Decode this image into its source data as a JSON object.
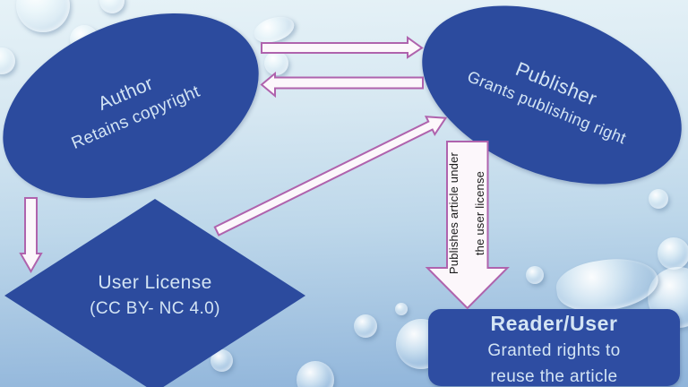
{
  "slide": {
    "kind": "open-access-publishing-diagram"
  },
  "colors": {
    "node_fill": "#2c4b9e",
    "node_text": "#d3e4f4",
    "arrow_fill": "#fcf7fb",
    "arrow_stroke": "#af63ad",
    "note_text": "#191919",
    "background_top": "#e6f2f7",
    "background_bottom": "#8fb4da"
  },
  "nodes": {
    "author": {
      "title": "Author",
      "subtitle": "Retains copyright"
    },
    "publisher": {
      "title": "Publisher",
      "subtitle": "Grants publishing right"
    },
    "user_license": {
      "title": "User License",
      "subtitle": "(CC BY- NC 4.0)"
    },
    "reader": {
      "title": "Reader/User",
      "subtitle_line1": "Granted rights to",
      "subtitle_line2": "reuse the article"
    }
  },
  "annotations": {
    "publish_note_line1": "Publishes article under",
    "publish_note_line2": "the user license"
  },
  "edges": [
    {
      "from": "author",
      "to": "publisher",
      "style": "block-arrow-right"
    },
    {
      "from": "publisher",
      "to": "author",
      "style": "block-arrow-left"
    },
    {
      "from": "author",
      "to": "user_license",
      "style": "block-arrow-down"
    },
    {
      "from": "user_license",
      "to": "publisher",
      "style": "block-arrow-diagonal"
    },
    {
      "from": "publisher",
      "to": "reader",
      "style": "block-arrow-down-wide",
      "label": "Publishes article under the user license"
    }
  ]
}
